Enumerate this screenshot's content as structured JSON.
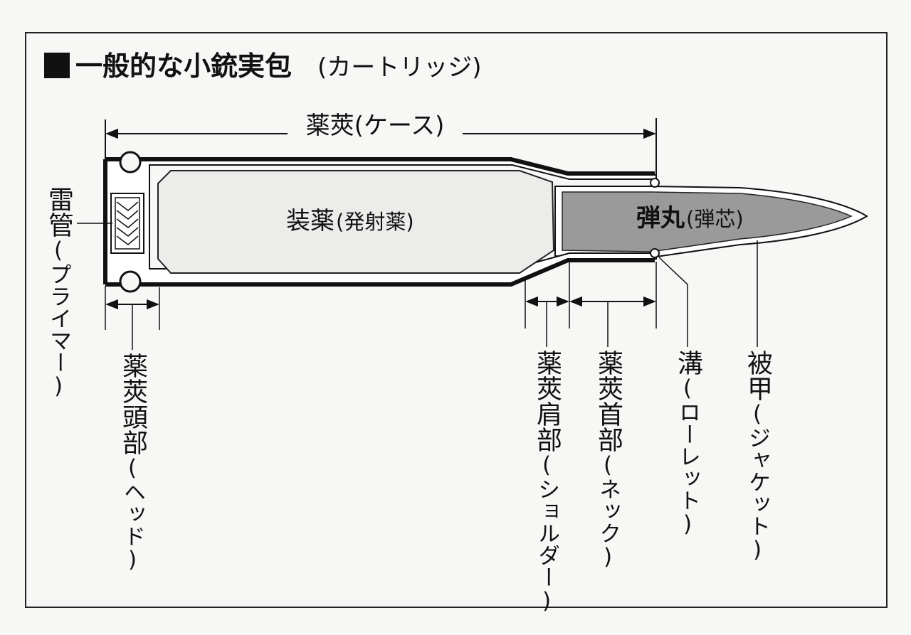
{
  "title": "一般的な小銃実包",
  "title_sub": "(カートリッジ)",
  "case_label": "薬莢(ケース)",
  "powder_label": "装薬",
  "powder_sub": "(発射薬)",
  "bullet_label": "弾丸",
  "bullet_sub": "(弾芯)",
  "primer": {
    "main": "雷管",
    "sub": "(プライマー)"
  },
  "head": {
    "main": "薬莢頭部",
    "sub": "(ヘッド)"
  },
  "shoulder": {
    "main": "薬莢肩部",
    "sub": "(ショルダー)"
  },
  "neck": {
    "main": "薬莢首部",
    "sub": "(ネック)"
  },
  "cannelure": {
    "main": "溝",
    "sub": "(ローレット)"
  },
  "jacket": {
    "main": "被甲",
    "sub": "(ジャケット)"
  },
  "colors": {
    "bullet_core": "#9a9a9a",
    "powder_fill": "#ececea",
    "line": "#111111"
  }
}
